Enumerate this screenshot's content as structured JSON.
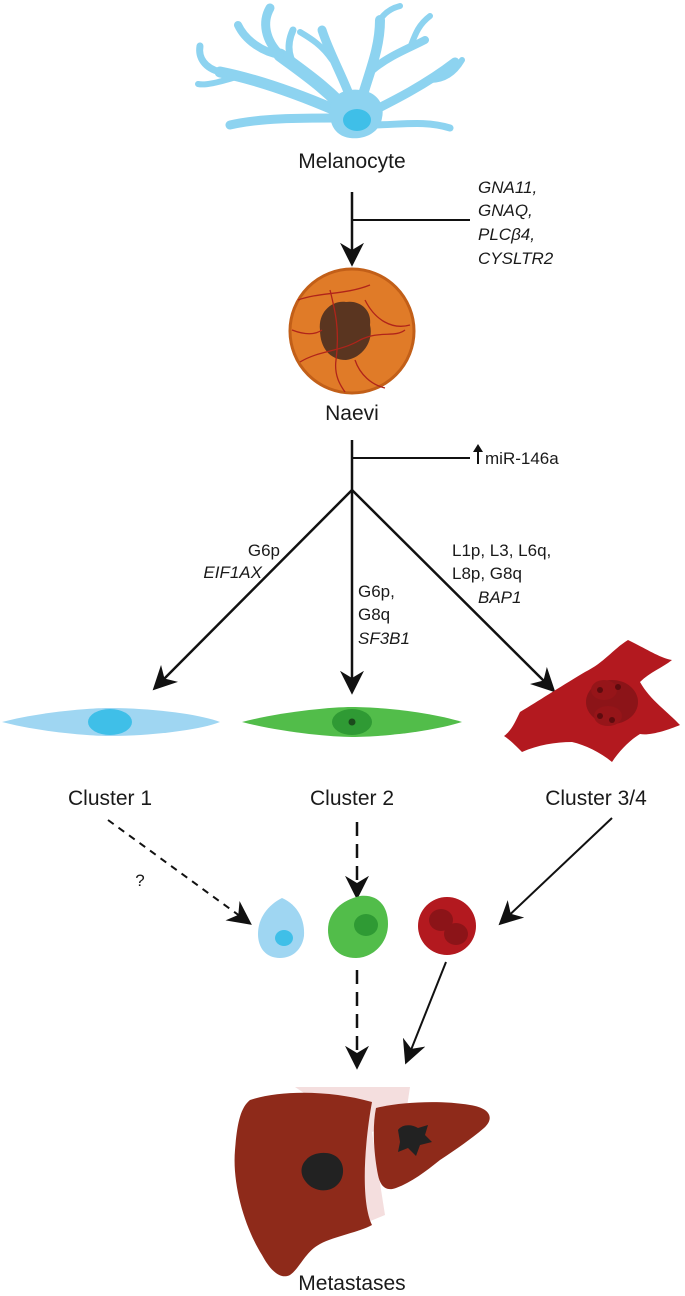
{
  "nodes": {
    "melanocyte": "Melanocyte",
    "naevi": "Naevi",
    "cluster1": "Cluster 1",
    "cluster2": "Cluster 2",
    "cluster34": "Cluster 3/4",
    "metastases": "Metastases"
  },
  "annotations": {
    "initiating_genes": [
      "GNA11,",
      "GNAQ,",
      "PLCβ4,",
      "CYSLTR2"
    ],
    "mirna": "miR-146a",
    "branch1_cnv": "G6p",
    "branch1_gene": "EIF1AX",
    "branch2_cnv": [
      "G6p,",
      "G8q"
    ],
    "branch2_gene": "SF3B1",
    "branch3_cnv": [
      "L1p, L3, L6q,",
      "L8p, G8q"
    ],
    "branch3_gene": "BAP1",
    "uncertain": "?"
  },
  "colors": {
    "melanocyte": "#8dd3f0",
    "naevi": "#e07b28",
    "cluster1": "#9fd6f2",
    "cluster2": "#52bd4a",
    "cluster34": "#b3191f",
    "liver": "#8e2a1a",
    "lesion": "#222222"
  },
  "icons": {
    "melanocyte": "melanocyte-cell-icon",
    "naevi": "naevus-fundus-icon",
    "cluster1": "spindle-cell-blue-icon",
    "cluster2": "spindle-cell-green-icon",
    "cluster34": "epithelioid-cell-red-icon",
    "liver": "liver-metastasis-icon"
  }
}
